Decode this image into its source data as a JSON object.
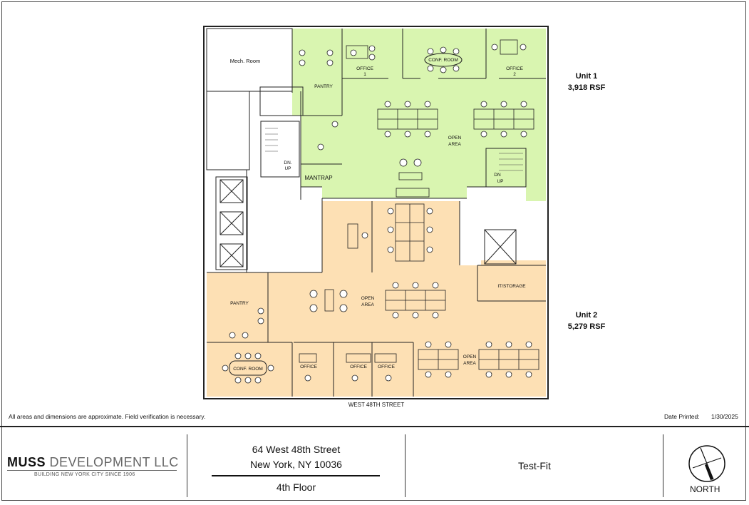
{
  "units": [
    {
      "name": "Unit 1",
      "area": "3,918 RSF"
    },
    {
      "name": "Unit 2",
      "area": "5,279 RSF"
    }
  ],
  "rooms": {
    "mech": "Mech. Room",
    "pantry1": "PANTRY",
    "office1": [
      "OFFICE",
      "1"
    ],
    "conf1": "CONF. ROOM",
    "office2": [
      "OFFICE",
      "2"
    ],
    "open1": [
      "OPEN",
      "AREA"
    ],
    "mantrap": "MANTRAP",
    "stair1": [
      "DN.",
      "UP"
    ],
    "stair2": [
      "DN",
      "UP"
    ],
    "pantry2": "PANTRY",
    "open2": [
      "OPEN",
      "AREA"
    ],
    "it": "IT/STORAGE",
    "conf2": "CONF. ROOM",
    "office_a": "OFFICE",
    "office_b": "OFFICE",
    "office_c": "OFFICE",
    "open3": [
      "OPEN",
      "AREA"
    ]
  },
  "street": "WEST 48TH STREET",
  "disclaimer": "All areas and dimensions are approximate.  Field verification is necessary.",
  "date_printed_label": "Date Printed:",
  "date_printed": "1/30/2025",
  "company": {
    "bold": "MUSS",
    "light": " DEVELOPMENT LLC",
    "tagline": "BUILDING NEW YORK CITY SINCE 1906"
  },
  "address": {
    "line1": "64 West 48th Street",
    "line2": "New York, NY 10036",
    "floor": "4th Floor"
  },
  "sheet_title": "Test-Fit",
  "north": "NORTH",
  "colors": {
    "unit1": "#d9f5b0",
    "unit2": "#fde0b4",
    "walls": "#222222"
  }
}
